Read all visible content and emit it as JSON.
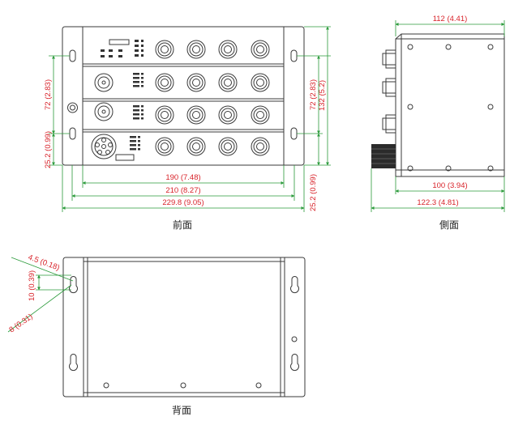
{
  "colors": {
    "dimension_text": "#d8232a",
    "dimension_line": "#2a9a3a",
    "outline": "#3a3a3a"
  },
  "front_view": {
    "caption": "前面",
    "dims": {
      "width_190": "190 (7.48)",
      "width_210": "210 (8.27)",
      "width_229": "229.8 (9.05)",
      "left_72": "72 (2.83)",
      "left_25": "25.2 (0.99)",
      "right_72": "72 (2.83)",
      "right_132": "132 (5.2)",
      "right_25": "25.2 (0.99)"
    }
  },
  "side_view": {
    "caption": "側面",
    "dims": {
      "top_112": "112 (4.41)",
      "bottom_100": "100 (3.94)",
      "bottom_122": "122.3 (4.81)"
    }
  },
  "back_view": {
    "caption": "背面",
    "dims": {
      "hole_45": "4.5 (0.18)",
      "hole_10": "10 (0.39)",
      "hole_8": "8 (0.31)"
    }
  }
}
